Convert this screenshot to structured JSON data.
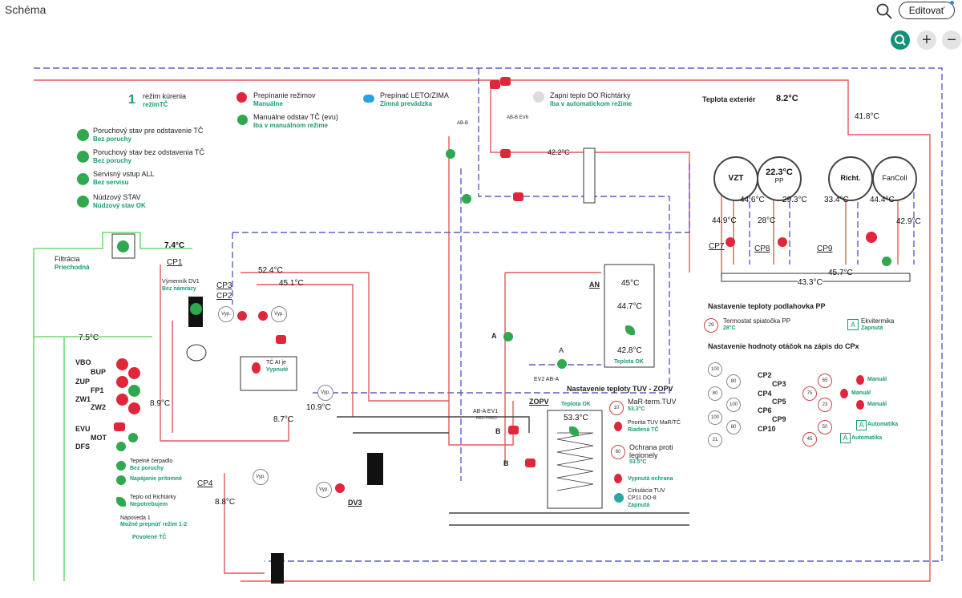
{
  "topbar": {
    "title": "Schéma",
    "edit_label": "Editovať"
  },
  "legend": {
    "heating_mode_num": "1",
    "heating_mode_label": "režim kúrenia",
    "heating_mode_value": "režimTČ",
    "mode_switch_label": "Prepínanie režimov",
    "mode_switch_value": "Manuálne",
    "manual_stop_label": "Manuálne odstav TČ (evu)",
    "manual_stop_value": "Iba v manuálnom režime",
    "summer_winter_label": "Prepínač LETO/ZIMA",
    "summer_winter_value": "Zimná prevádzka",
    "heat_to_richtarky_label": "Zapni teplo DO Richtárky",
    "heat_to_richtarky_value": "Iba v automatickom režime",
    "outdoor_label": "Teplota exteriér",
    "outdoor_value": "8.2°C"
  },
  "status": [
    {
      "label": "Poruchový stav pre odstavenie TČ",
      "value": "Bez poruchy"
    },
    {
      "label": "Poruchový stav bez odstavenia TČ",
      "value": "Bez poruchy"
    },
    {
      "label": "Servisný vstup ALL",
      "value": "Bez servisu"
    },
    {
      "label": "Núdzový STAV",
      "value": "Núdzový stav OK"
    }
  ],
  "left": {
    "filter_label": "Filtrácia",
    "filter_value": "Priechodná",
    "t_filter": "7.4°C",
    "cp1": "CP1",
    "exchanger_label": "Výmenník DV1",
    "exchanger_value": "Bez námrazy",
    "cp3": "CP3",
    "cp2": "CP2",
    "t_return": "7.5°C",
    "signals": [
      "VBO",
      "BUP",
      "ZUP",
      "FP1",
      "ZW1",
      "ZW2"
    ],
    "t_89": "8.9°C",
    "signals2": [
      "EVU",
      "MOT",
      "DFS"
    ],
    "hp_label": "Tepelné čerpadlo",
    "hp_value": "Bez poruchy",
    "power_value": "Napájanie prítomné",
    "heat_from_label": "Teplo od Richtárky",
    "heat_from_value": "Nepotrebujem",
    "help_label": "Nápoveda 1",
    "help_value": "Možné prepnúť režim 1-2",
    "allowed": "Povolené TČ",
    "cp4": "CP4",
    "t_88": "8.8°C",
    "vyp": "Vyp."
  },
  "center": {
    "t_524": "52.4°C",
    "t_451": "45.1°C",
    "tc_label": "TČ AI je",
    "tc_value": "Vypnuté",
    "t_87": "8.7°C",
    "t_109": "10.9°C",
    "dv": "DV3",
    "t_422": "42.2°C",
    "ab_b": "AB-B",
    "ab_b_ev6": "AB-B EV6",
    "a1": "A",
    "a2": "A",
    "ab_a": "AB-A",
    "ev2": "EV2 AB-A",
    "ab_a_ev1": "AB-A EV1",
    "b1": "B",
    "b2": "B",
    "an": "AN",
    "an_t1": "45°C",
    "an_t2": "44.7°C",
    "an_t3": "42.8°C",
    "an_ok": "Teplota OK",
    "zopv": "ZOPV",
    "zopv_ok": "Teplota OK",
    "zopv_t": "53.3°C",
    "red_return": "RED PRED",
    "vyp": "Vyp."
  },
  "right": {
    "t_418": "41.8°C",
    "vzt": "VZT",
    "pp_t": "22.3°C",
    "pp": "PP",
    "richt": "Richt.",
    "fancoil": "FanColl",
    "t_446": "44.6°C",
    "t_293": "29.3°C",
    "t_334": "33.4°C",
    "t_444": "44.4°C",
    "t_449": "44.9°C",
    "t_28": "28°C",
    "t_429": "42.9°C",
    "cp7": "CP7",
    "cp8": "CP8",
    "cp9": "CP9",
    "t_457": "45.7°C",
    "t_433": "43.3°C",
    "floor_title": "Nastavenie teploty podlahovka PP",
    "thermostat_label": "Termostat spiatočka PP",
    "thermostat_value": "28°C",
    "ekviterm_label": "Ekvitermika",
    "ekviterm_value": "Zapnutá",
    "rpm_title": "Nastavenie hodnoty otáčok na zápis do CPx",
    "cps_left": [
      "CP2",
      "CP3",
      "CP4",
      "CP5",
      "CP6",
      "CP9",
      "CP10"
    ],
    "manual1": "Manuál",
    "manual2": "Manuál",
    "manual3": "Manuál",
    "auto1": "Automatika",
    "auto2": "Automatika",
    "tuv_title": "Nastavenie teploty TUV - ZOPV",
    "mar_label": "MaR-term.TUV",
    "mar_value": "53.3°C",
    "prio_label": "Priorita TUV MaR/TČ",
    "prio_value": "Riadená TČ",
    "legion_label1": "Ochrana proti",
    "legion_label2": "legionely",
    "legion_value": "53.5°C",
    "protection_off": "Vypnutá ochrana",
    "circ_label": "Cirkulácia TUV",
    "circ_sub": "CP11 DO-8",
    "circ_value": "Zapnutá"
  },
  "colors": {
    "accent": "#179b76",
    "hot_pipe": "#e05a5a",
    "cold_pipe": "#5b5fc7",
    "green_pipe": "#6fdc6f",
    "alarm": "#e0263a",
    "ok": "#2fa84f"
  }
}
